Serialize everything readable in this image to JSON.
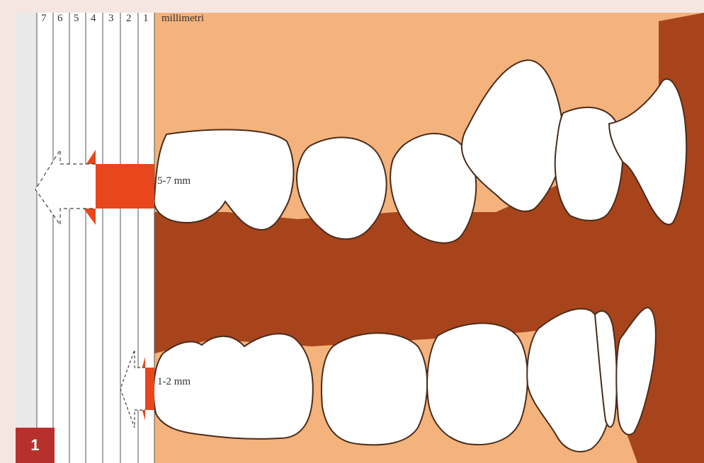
{
  "ruler": {
    "marks": [
      "7",
      "6",
      "5",
      "4",
      "3",
      "2",
      "1"
    ],
    "unit_label": "millimetri"
  },
  "measurements": {
    "upper": "5-7 mm",
    "lower": "1-2 mm"
  },
  "figure_number": "1",
  "colors": {
    "gum": "#f4b37c",
    "mouth_interior": "#a8441c",
    "tooth": "#ffffff",
    "arrow": "#e8461c",
    "ruler_bg": "#ffffff",
    "badge": "#b7312c",
    "page_bg": "#f5e6e2"
  }
}
